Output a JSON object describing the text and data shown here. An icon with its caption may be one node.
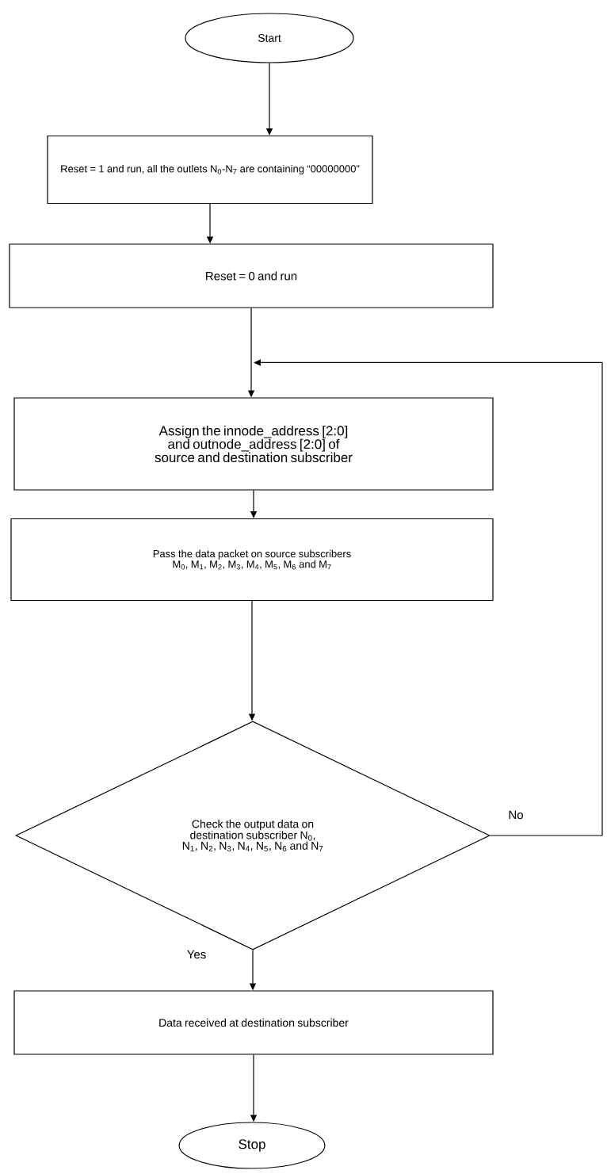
{
  "diagram": {
    "nodes": [
      {
        "text": [
          "Start"
        ]
      },
      {
        "text": [
          "Reset = 1 and run, all the outlets N$_{0}$-N$_{7}$ are containing “00000000”"
        ]
      },
      {
        "text": [
          "Reset = 0 and run"
        ]
      },
      {
        "text": [
          "Assign the innode_address [2:0] and outnode_address [2:0] of source and destination subscriber"
        ]
      },
      {
        "text": [
          "Pass the data packet on source subscribers M$_{0}$, M$_{1}$, M$_{2}$, M$_{3}$, M$_{4}$, M$_{5}$, M$_{6}$ and M$_{7}$"
        ]
      },
      {
        "text": [
          "Check the output data on destination subscriber N$_{0}$, N$_{1}$, N$_{2}$, N$_{3}$, N$_{4}$, N$_{5}$, N$_{6}$ and N$_{7}$"
        ]
      },
      {
        "text": [
          "Data received at destination subscriber"
        ]
      },
      {
        "text": [
          "Stop"
        ]
      }
    ],
    "edges": [
      {
        "from": 0,
        "to": 1,
        "arrow": "to"
      },
      {
        "from": 1,
        "to": 2,
        "arrow": "to"
      },
      {
        "from": 2,
        "to": 3,
        "arrow": "to"
      },
      {
        "from": 3,
        "to": 4,
        "arrow": "to"
      },
      {
        "from": 4,
        "to": 5,
        "arrow": "to"
      },
      {
        "from": 5,
        "to": 6,
        "arrow": "to",
        "label": "Yes"
      },
      {
        "from": 5,
        "to": 3,
        "arrow": "to",
        "label": "No"
      },
      {
        "from": 6,
        "to": 7,
        "arrow": "to"
      }
    ]
  }
}
